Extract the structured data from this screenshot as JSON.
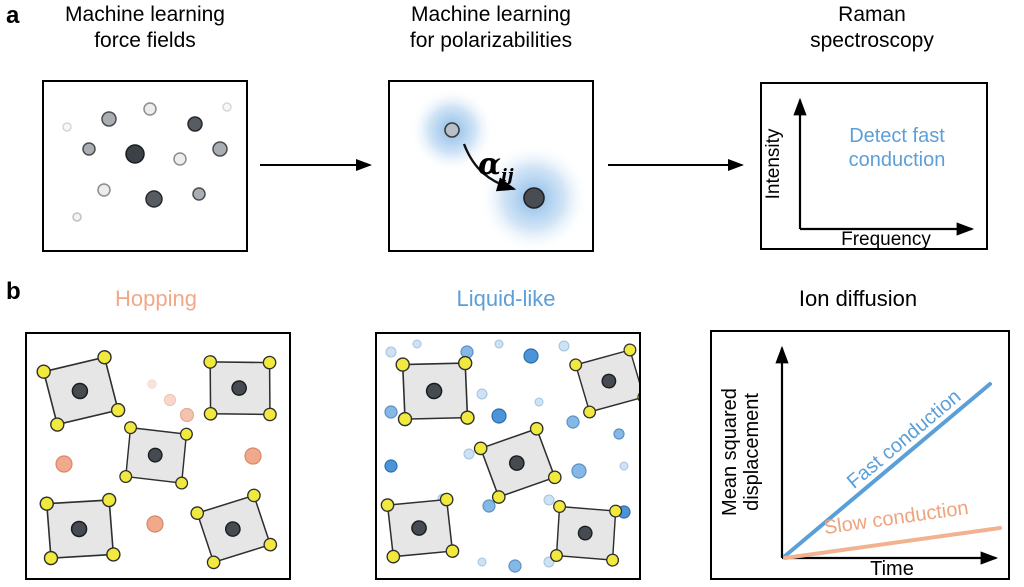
{
  "figure": {
    "panel_a_label": "a",
    "panel_b_label": "b"
  },
  "panel_a": {
    "mlff": {
      "title_line1": "Machine learning",
      "title_line2": "force fields"
    },
    "mlpol": {
      "title_line1": "Machine learning",
      "title_line2": "for polarizabilities",
      "alpha": "α",
      "subscript": "ij"
    },
    "raman": {
      "title_line1": "Raman",
      "title_line2": "spectroscopy",
      "ylabel": "Intensity",
      "xlabel": "Frequency",
      "annotation_line1": "Detect fast",
      "annotation_line2": "conduction",
      "annotation_color": "#5b9fd8"
    }
  },
  "panel_b": {
    "hopping_title": "Hopping",
    "hopping_color": "#f2a888",
    "liquid_title": "Liquid-like",
    "liquid_color": "#5b9fd8",
    "diffusion_title": "Ion diffusion",
    "plot": {
      "ylabel_line1": "Mean squared",
      "ylabel_line2": "displacement",
      "xlabel": "Time",
      "fast_label": "Fast conduction",
      "fast_color": "#5b9fd8",
      "slow_label": "Slow conduction",
      "slow_color": "#f2b28f"
    }
  },
  "colors": {
    "glow_blue": "#7fb5e4",
    "salmon_ion": "#f2a98b",
    "vertex_yellow": "#f1e93d",
    "polyhedron_gray": "#e6e6e6",
    "box_border": "#000000"
  }
}
